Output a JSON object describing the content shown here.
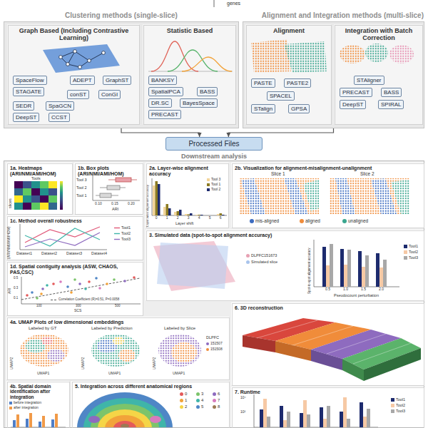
{
  "diagram": {
    "nodes": [
      {
        "text": [
          "Clustering methods (single-slice)"
        ]
      },
      {
        "text": [
          "Graph Based (Including Contrastive Learning)"
        ],
        "in": 0
      },
      {
        "text": [
          "SpaceFlow"
        ],
        "in": 1
      },
      {
        "text": [
          "ADEPT"
        ],
        "in": 1
      },
      {
        "text": [
          "GraphST"
        ],
        "in": 1
      },
      {
        "text": [
          "STAGATE"
        ],
        "in": 1
      },
      {
        "text": [
          "conST"
        ],
        "in": 1
      },
      {
        "text": [
          "ConGI"
        ],
        "in": 1
      },
      {
        "text": [
          "SEDR"
        ],
        "in": 1
      },
      {
        "text": [
          "SpaGCN"
        ],
        "in": 1
      },
      {
        "text": [
          "DeepST"
        ],
        "in": 1
      },
      {
        "text": [
          "CCST"
        ],
        "in": 1
      },
      {
        "text": [
          "Statistic Based"
        ],
        "in": 0
      },
      {
        "text": [
          "BANKSY"
        ],
        "in": 12
      },
      {
        "text": [
          "SpatialPCA"
        ],
        "in": 12
      },
      {
        "text": [
          "BASS"
        ],
        "in": 12
      },
      {
        "text": [
          "DR.SC"
        ],
        "in": 12
      },
      {
        "text": [
          "BayesSpace"
        ],
        "in": 12
      },
      {
        "text": [
          "PRECAST"
        ],
        "in": 12
      },
      {
        "text": [
          "Alignment and Integration methods (multi-slice)"
        ]
      },
      {
        "text": [
          "Alignment"
        ],
        "in": 19
      },
      {
        "text": [
          "PASTE"
        ],
        "in": 20
      },
      {
        "text": [
          "PASTE2"
        ],
        "in": 20
      },
      {
        "text": [
          "SPACEL"
        ],
        "in": 20
      },
      {
        "text": [
          "STalign"
        ],
        "in": 20
      },
      {
        "text": [
          "GPSA"
        ],
        "in": 20
      },
      {
        "text": [
          "Integration with Batch Correction"
        ],
        "in": 19
      },
      {
        "text": [
          "STAligner"
        ],
        "in": 26
      },
      {
        "text": [
          "PRECAST"
        ],
        "in": 26
      },
      {
        "text": [
          "BASS"
        ],
        "in": 26
      },
      {
        "text": [
          "DeepST"
        ],
        "in": 26
      },
      {
        "text": [
          "SPIRAL"
        ],
        "in": 26
      },
      {
        "text": [
          "Processed Files"
        ]
      },
      {
        "text": [
          "Downstream analysis"
        ]
      },
      {
        "text": [
          "1a. Heatmaps (ARI/NMI/AMI/HOM)"
        ],
        "in": 33
      },
      {
        "text": [
          "1b. Box plots (ARI/NMI/AMI/HOM)"
        ],
        "in": 33
      },
      {
        "text": [
          "1c. Method overall robustness"
        ],
        "in": 33
      },
      {
        "text": [
          "1d. Spatial contiguity analysis (ASW, CHAOS, PAS,CSC)"
        ],
        "in": 33
      },
      {
        "text": [
          "2a. Layer-wise alignment accuracy"
        ],
        "in": 33
      },
      {
        "text": [
          "2b. Visualization for alignment-misalignment-unalignment"
        ],
        "in": 33
      },
      {
        "text": [
          "3. Simulated data (spot-to-spot alignment accuracy)"
        ],
        "in": 33
      },
      {
        "text": [
          "4a. UMAP Plots of low dimensional embeddings"
        ],
        "in": 33
      },
      {
        "text": [
          "4b. Spatial domain identification after integration"
        ],
        "in": 33
      },
      {
        "text": [
          "5. Integration across different anatomical regions"
        ],
        "in": 33
      },
      {
        "text": [
          "6. 3D reconstruction"
        ],
        "in": 33
      },
      {
        "text": [
          "7. Runtime"
        ],
        "in": 33
      }
    ],
    "edges": [
      {
        "from": 0,
        "to": 32,
        "arrow": "to"
      },
      {
        "from": 19,
        "to": 32,
        "arrow": "to"
      }
    ],
    "labels": [
      "genes",
      "Tools",
      "slices",
      "Tool 3",
      "Tool 2",
      "Tool 1",
      "0.10",
      "0.15",
      "0.20",
      "ARI",
      "(ARI/NMI/AMI/HOM)",
      "Dataset1",
      "Dataset2",
      "Dataset3",
      "Dataset4",
      "ARI",
      "0.1",
      "0.3",
      "0.5",
      "100",
      "300",
      "500",
      "SCS",
      "Layer-wise alignment accuracy",
      "0",
      "1",
      "2",
      "3",
      "4",
      "5",
      "6",
      "Layer shift",
      "Slice 1",
      "Slice 2",
      "Spot-to-spot alignment accuracy",
      "0.5",
      "1.0",
      "1.5",
      "2.0",
      "Pseudocount perturbation",
      "Labeled by GT",
      "Labeled by Prediction",
      "Labeled by Slice",
      "DLPFC",
      "UMAP1",
      "UMAP1",
      "UMAP1",
      "UMAP2",
      "UMAP2",
      "UMAP2",
      "10⁴",
      "10²"
    ],
    "legend": [
      {
        "text": "Tool1"
      },
      {
        "text": "Tool2"
      },
      {
        "text": "Tool3"
      },
      {
        "text": "Correlation Coefficient (R)=0.51, P=0.0058"
      },
      {
        "text": "Tool 3",
        "color": "#f3d59a"
      },
      {
        "text": "Tool 1",
        "color": "#8c7b22"
      },
      {
        "text": "Tool 2",
        "color": "#1d2b6e"
      },
      {
        "text": "mis-aligned",
        "color": "#3d6cc0"
      },
      {
        "text": "aligned",
        "color": "#f08c3a"
      },
      {
        "text": "unaligned",
        "color": "#3aa68f"
      },
      {
        "text": "DLPFC151673",
        "color": "#e7a1b3"
      },
      {
        "text": "Simulated slice",
        "color": "#a9c4ec"
      },
      {
        "text": "Tool1",
        "color": "#1d2b6e"
      },
      {
        "text": "Tool2",
        "color": "#f6c9a5"
      },
      {
        "text": "Tool3",
        "color": "#a8a8a8"
      },
      {
        "text": "151507",
        "color": "#8e6bbf"
      },
      {
        "text": "151508",
        "color": "#f08c3a"
      },
      {
        "text": "before integration",
        "color": "#4f7ec7"
      },
      {
        "text": "after integration",
        "color": "#f19a48"
      },
      {
        "text": "0",
        "color": "#e45a5a"
      },
      {
        "text": "1",
        "color": "#f2a33a"
      },
      {
        "text": "2",
        "color": "#f5d547"
      },
      {
        "text": "3",
        "color": "#7cc46b"
      },
      {
        "text": "4",
        "color": "#3fb5a9"
      },
      {
        "text": "5",
        "color": "#4f86c6"
      },
      {
        "text": "6",
        "color": "#8e6bbf"
      },
      {
        "text": "7",
        "color": "#d87bbd"
      },
      {
        "text": "8",
        "color": "#9c7a54"
      },
      {
        "text": "Tool1",
        "color": "#1d2b6e"
      },
      {
        "text": "Tool2",
        "color": "#f6c9a5"
      },
      {
        "text": "Tool3",
        "color": "#a8a8a8"
      }
    ]
  }
}
